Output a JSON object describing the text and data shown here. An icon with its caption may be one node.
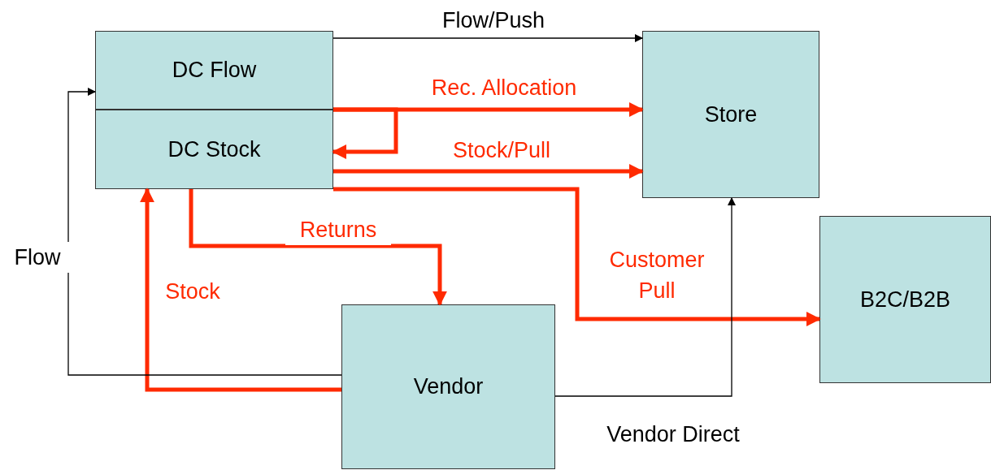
{
  "diagram": {
    "nodes": [
      {
        "text": [
          "DC Flow"
        ]
      },
      {
        "text": [
          "DC Stock"
        ]
      },
      {
        "text": [
          "Store"
        ]
      },
      {
        "text": [
          "B2C/B2B"
        ]
      },
      {
        "text": [
          "Vendor"
        ]
      }
    ],
    "edges": [
      {
        "from": 0,
        "to": 2,
        "arrow": "to",
        "label": "Flow/Push",
        "color": "#000000"
      },
      {
        "from": 0,
        "to": 2,
        "arrow": "to",
        "label": "Rec. Allocation"
      },
      {
        "from": 0,
        "to": 1,
        "arrow": "to"
      },
      {
        "from": 1,
        "to": 2,
        "arrow": "to",
        "label": "Stock/Pull"
      },
      {
        "from": 1,
        "to": 3,
        "arrow": "to",
        "label": "Customer Pull"
      },
      {
        "from": 1,
        "to": 4,
        "arrow": "to",
        "label": "Returns"
      },
      {
        "from": 4,
        "to": 1,
        "arrow": "to",
        "label": "Stock"
      },
      {
        "from": 4,
        "to": 0,
        "arrow": "to",
        "label": "Flow",
        "color": "#000000"
      },
      {
        "from": 4,
        "to": 2,
        "arrow": "to",
        "label": "Vendor Direct",
        "color": "#000000"
      }
    ]
  }
}
